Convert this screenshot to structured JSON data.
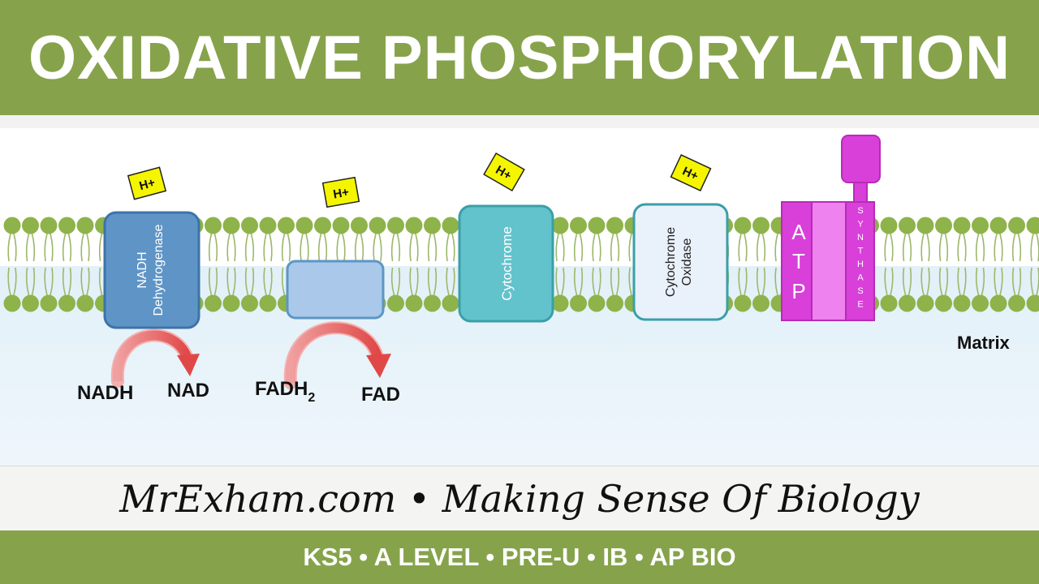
{
  "header": {
    "title": "OXIDATIVE PHOSPHORYLATION"
  },
  "diagram": {
    "h_plus": [
      "H+",
      "H+",
      "H+",
      "H+"
    ],
    "complex_nadh": {
      "line1": "NADH",
      "line2": "Dehydrogenase"
    },
    "complex_cytochrome": {
      "label": "Cytochrome"
    },
    "complex_oxidase": {
      "line1": "Cytochrome",
      "line2": "Oxidase"
    },
    "atp_synthase": {
      "left_letters": [
        "A",
        "T",
        "P"
      ],
      "right_letters": [
        "S",
        "Y",
        "N",
        "T",
        "H",
        "A",
        "S",
        "E"
      ]
    },
    "reaction_1": {
      "reactant": "NADH",
      "product": "NAD"
    },
    "reaction_2": {
      "reactant": "FADH",
      "reactant_subscript": "2",
      "product": "FAD"
    },
    "matrix_label": "Matrix"
  },
  "tagline": "MrExham.com • Making Sense Of Biology",
  "footer": "KS5 • A LEVEL • PRE-U • IB • AP BIO",
  "colors": {
    "green_bar": "#86a34b",
    "matrix_blue": "#e2f0f8",
    "lipid_head": "#8db34a",
    "nadh_complex": "#5e94c6",
    "fad_complex": "#a9c8ea",
    "cytochrome": "#63c3cc",
    "cytochrome_oxidase": "#e9f1fa",
    "atp_magenta": "#d93fd9",
    "atp_pink": "#ee82ee",
    "h_plus_yellow": "#f5f500",
    "arrow_red": "#e65a5a"
  }
}
